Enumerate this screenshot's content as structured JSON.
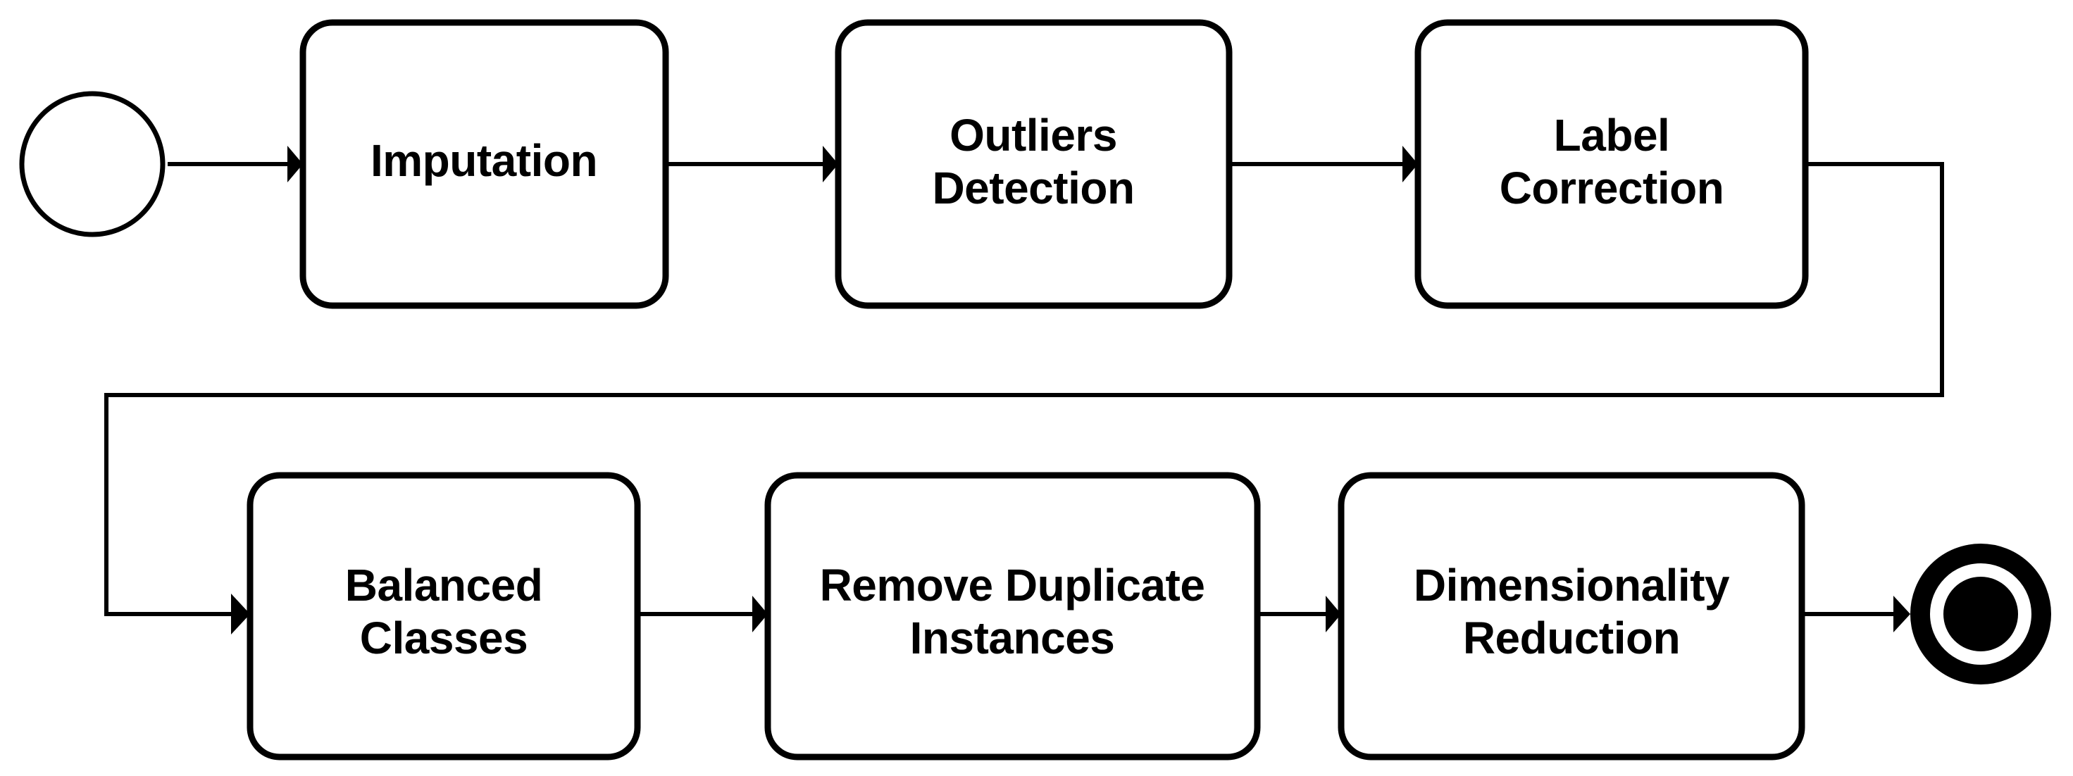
{
  "diagram": {
    "type": "bpmn-process-flow",
    "orientation": "horizontal-snake",
    "background_color": "#ffffff",
    "stroke_color": "#000000",
    "title": "",
    "events": {
      "start": {
        "name": "start-event",
        "shape": "circle",
        "label": ""
      },
      "end": {
        "name": "end-event",
        "shape": "thick-circle-filled",
        "label": ""
      }
    },
    "nodes": [
      {
        "id": "imputation",
        "lines": [
          "Imputation"
        ],
        "row": 1,
        "order": 1
      },
      {
        "id": "outliers-detection",
        "lines": [
          "Outliers",
          "Detection"
        ],
        "row": 1,
        "order": 2
      },
      {
        "id": "label-correction",
        "lines": [
          "Label",
          "Correction"
        ],
        "row": 1,
        "order": 3
      },
      {
        "id": "balanced-classes",
        "lines": [
          "Balanced",
          "Classes"
        ],
        "row": 2,
        "order": 1
      },
      {
        "id": "remove-duplicates",
        "lines": [
          "Remove Duplicate",
          "Instances"
        ],
        "row": 2,
        "order": 2
      },
      {
        "id": "dimensionality-reduction",
        "lines": [
          "Dimensionality",
          "Reduction"
        ],
        "row": 2,
        "order": 3
      }
    ],
    "sequence_flows": [
      {
        "from": "start-event",
        "to": "imputation"
      },
      {
        "from": "imputation",
        "to": "outliers-detection"
      },
      {
        "from": "outliers-detection",
        "to": "label-correction"
      },
      {
        "from": "label-correction",
        "to": "balanced-classes"
      },
      {
        "from": "balanced-classes",
        "to": "remove-duplicates"
      },
      {
        "from": "remove-duplicates",
        "to": "dimensionality-reduction"
      },
      {
        "from": "dimensionality-reduction",
        "to": "end-event"
      }
    ]
  }
}
